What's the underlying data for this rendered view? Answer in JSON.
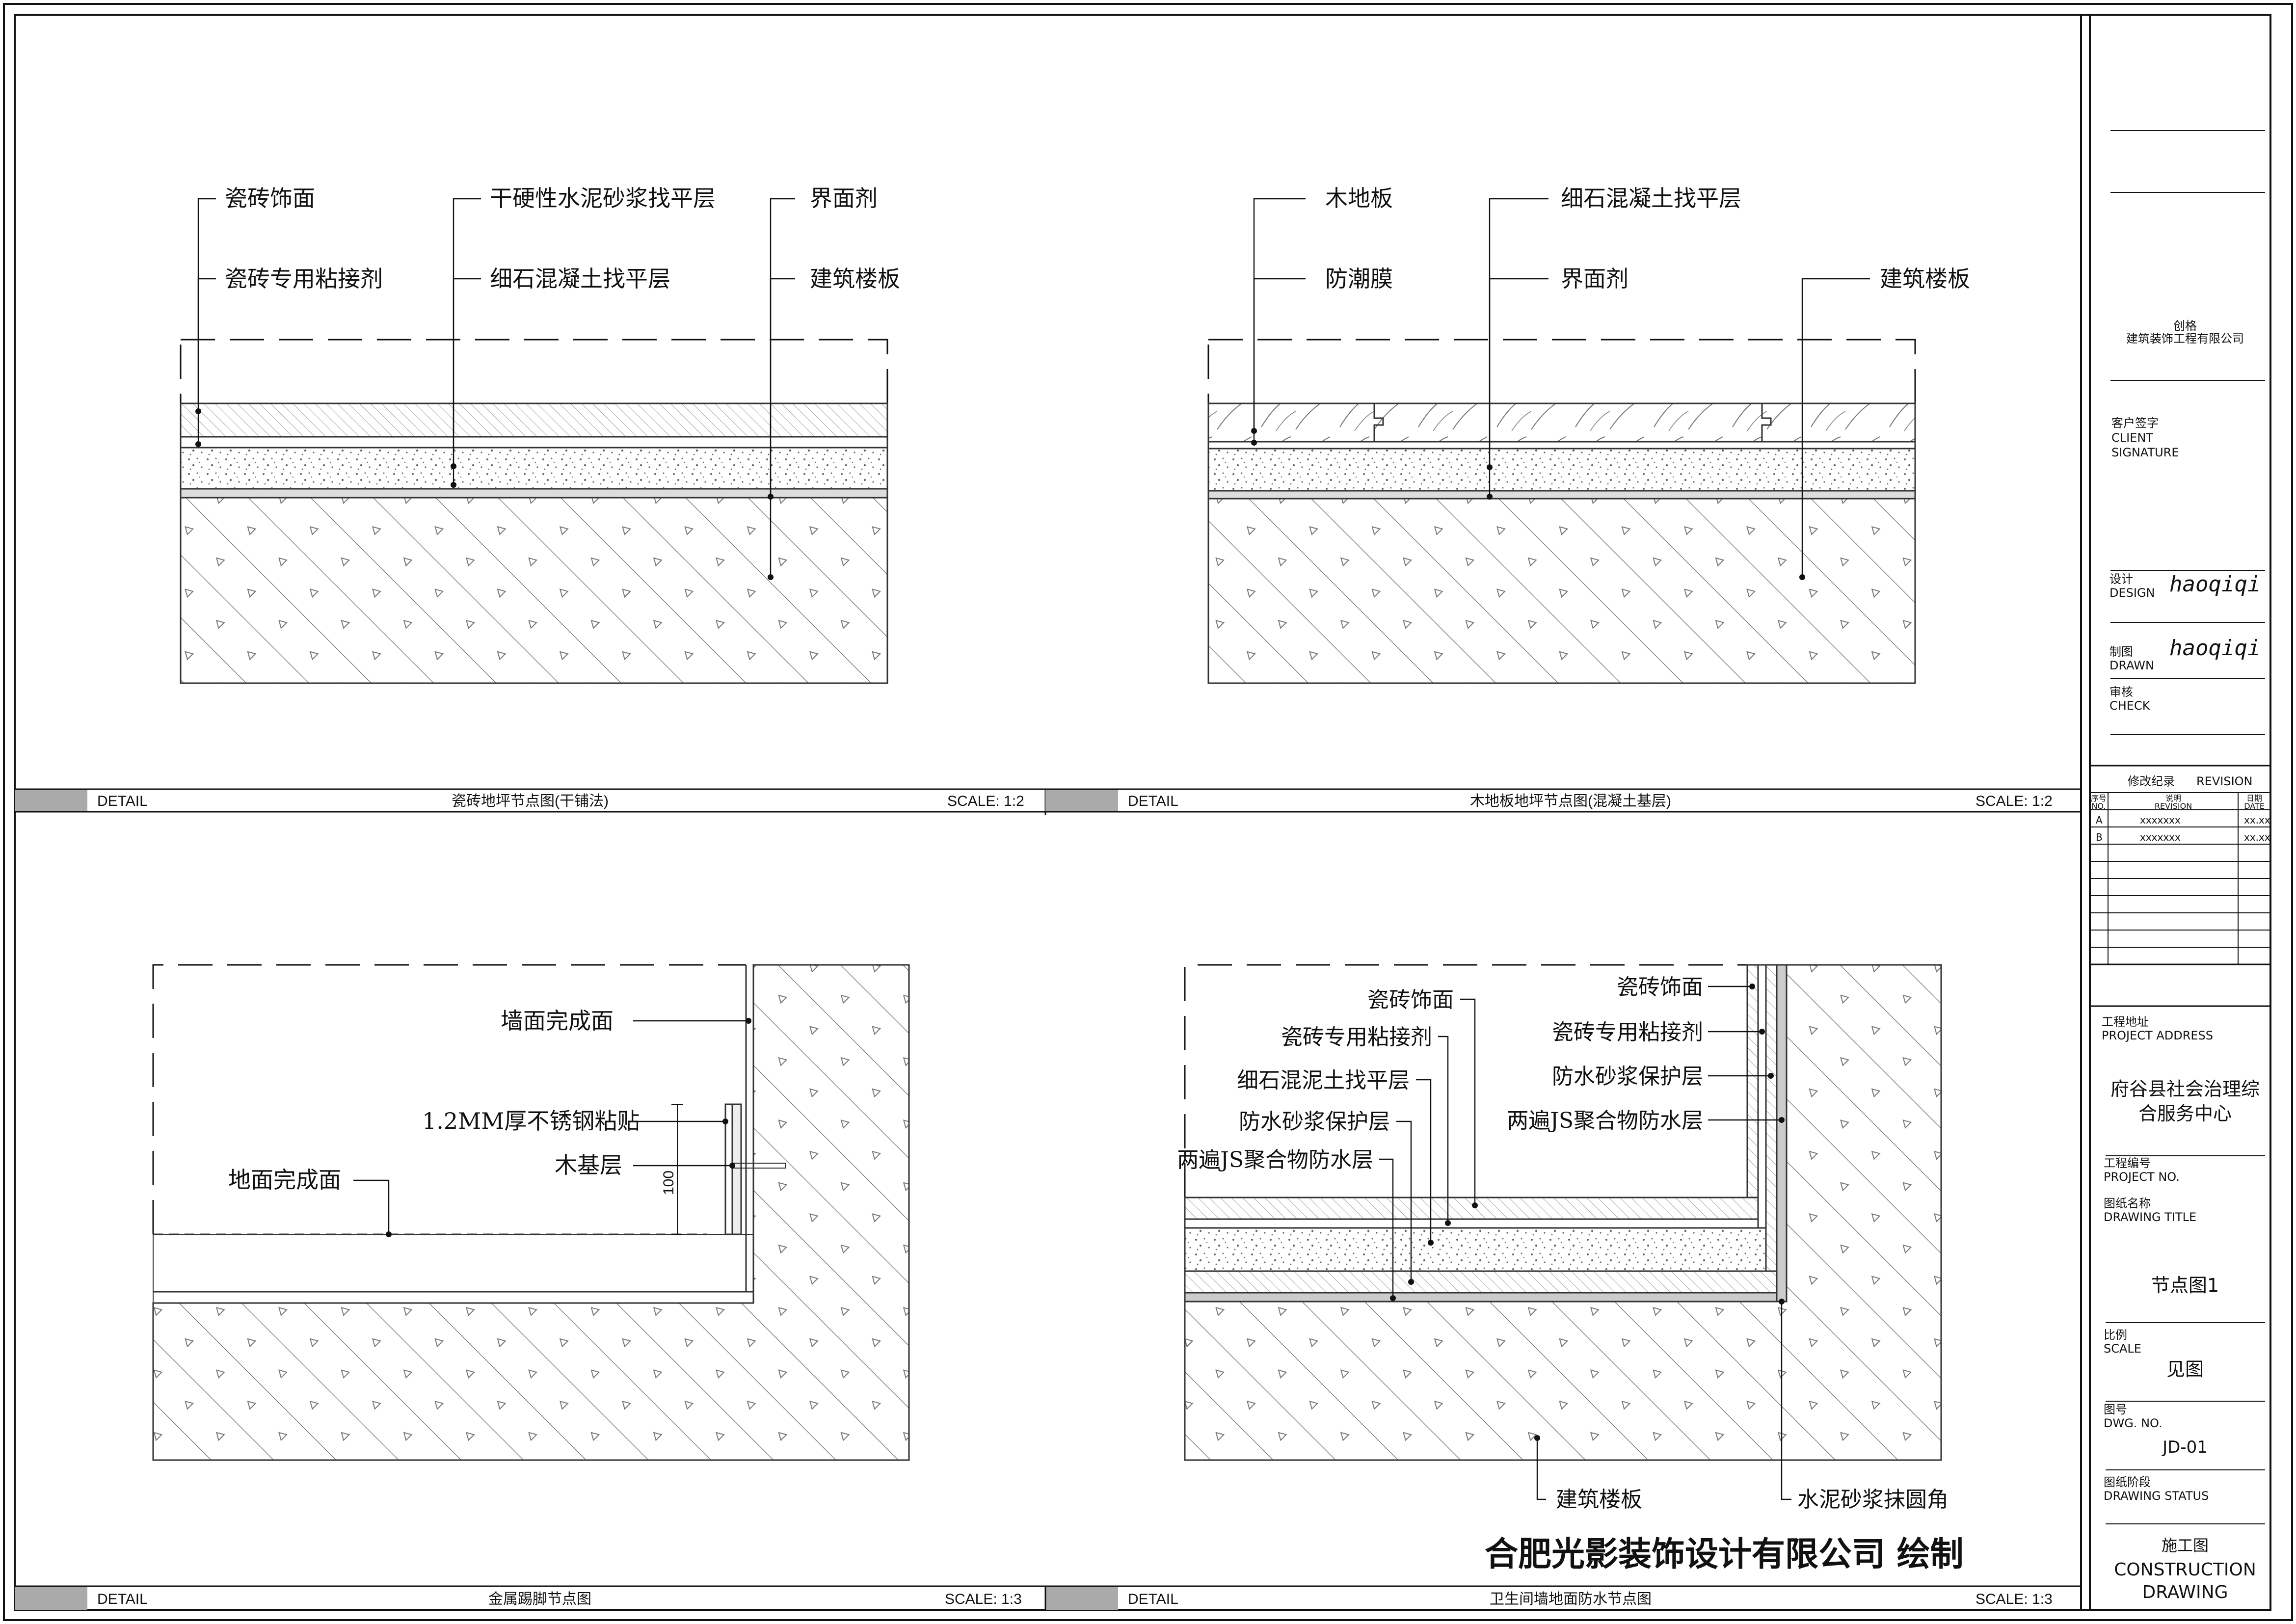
{
  "details": [
    {
      "title": "瓷砖地坪节点图(干铺法)",
      "tag": "DETAIL",
      "scale": "SCALE: 1:2",
      "labels": [
        "瓷砖饰面",
        "瓷砖专用粘接剂",
        "干硬性水泥砂浆找平层",
        "细石混凝土找平层",
        "界面剂",
        "建筑楼板"
      ]
    },
    {
      "title": "木地板地坪节点图(混凝土基层)",
      "tag": "DETAIL",
      "scale": "SCALE: 1:2",
      "labels": [
        "木地板",
        "防潮膜",
        "细石混凝土找平层",
        "界面剂",
        "建筑楼板"
      ]
    },
    {
      "title": "金属踢脚节点图",
      "tag": "DETAIL",
      "scale": "SCALE: 1:3",
      "labels": [
        "墙面完成面",
        "1.2MM厚不锈钢粘贴",
        "木基层",
        "地面完成面"
      ],
      "dimension": "100"
    },
    {
      "title": "卫生间墙地面防水节点图",
      "tag": "DETAIL",
      "scale": "SCALE: 1:3",
      "labels_left": [
        "瓷砖饰面",
        "瓷砖专用粘接剂",
        "细石混泥土找平层",
        "防水砂浆保护层",
        "两遍JS聚合物防水层"
      ],
      "labels_right": [
        "瓷砖饰面",
        "瓷砖专用粘接剂",
        "防水砂浆保护层",
        "两遍JS聚合物防水层"
      ],
      "labels_bottom": [
        "建筑楼板",
        "水泥砂浆抹圆角"
      ]
    }
  ],
  "stamp": "合肥光影装饰设计有限公司 绘制",
  "title_block": {
    "company_1": "创格",
    "company_2": "建筑装饰工程有限公司",
    "client_cn": "客户签字",
    "client_en_1": "CLIENT",
    "client_en_2": "SIGNATURE",
    "design_cn": "设计",
    "design_en": "DESIGN",
    "design_sig": "haoqiqi",
    "drawn_cn": "制图",
    "drawn_en": "DRAWN",
    "drawn_sig": "haoqiqi",
    "check_cn": "审核",
    "check_en": "CHECK",
    "revision_cn": "修改纪录",
    "revision_en": "REVISION",
    "rev_col_no_cn": "序号",
    "rev_col_no_en": "NO.",
    "rev_col_desc_cn": "说明",
    "rev_col_desc_en": "REVISION",
    "rev_col_date_cn": "日期",
    "rev_col_date_en": "DATE",
    "revisions": [
      {
        "no": "A",
        "desc": "xxxxxxx",
        "date": "xx.xx"
      },
      {
        "no": "B",
        "desc": "xxxxxxx",
        "date": "xx.xx"
      }
    ],
    "addr_cn": "工程地址",
    "addr_en": "PROJECT ADDRESS",
    "addr_1": "府谷县社会治理综",
    "addr_2": "合服务中心",
    "projno_cn": "工程编号",
    "projno_en": "PROJECT NO.",
    "dtitle_cn": "图纸名称",
    "dtitle_en": "DRAWING TITLE",
    "dtitle": "节点图1",
    "scale_cn": "比例",
    "scale_en": "SCALE",
    "scale_val": "见图",
    "dwgno_cn": "图号",
    "dwgno_en": "DWG. NO.",
    "dwgno": "JD-01",
    "status_cn": "图纸阶段",
    "status_en": "DRAWING STATUS",
    "status_val_cn": "施工图",
    "status_val_en_1": "CONSTRUCTION",
    "status_val_en_2": "DRAWING"
  },
  "colors": {
    "line": "#111111",
    "hatch": "#555555",
    "band": "#aaaaaa"
  }
}
